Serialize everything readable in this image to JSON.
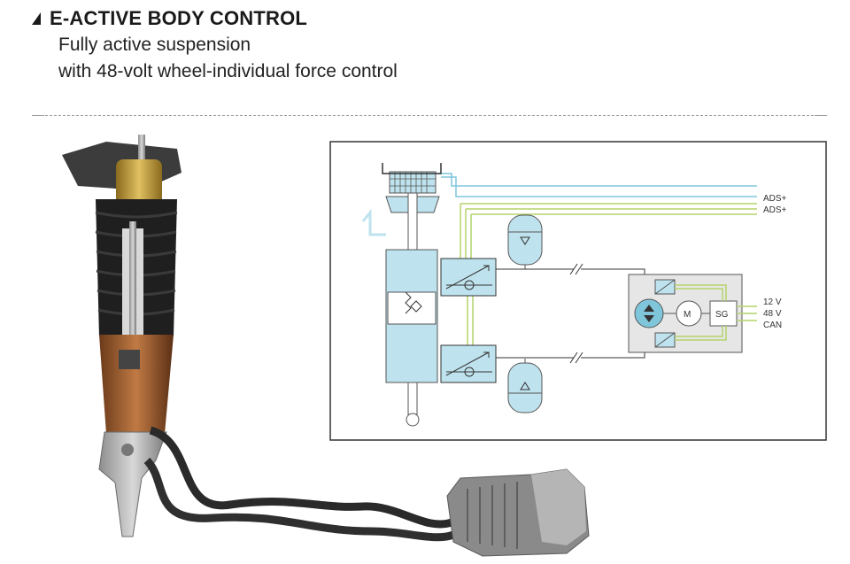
{
  "header": {
    "title": "E-ACTIVE BODY CONTROL",
    "subtitle_line1": "Fully active suspension",
    "subtitle_line2": "with 48-volt wheel-individual force control"
  },
  "schematic": {
    "signal_top_1": "ADS+",
    "signal_top_2": "ADS+",
    "power_1": "12 V",
    "power_2": "48 V",
    "bus": "CAN",
    "motor": "M",
    "controller": "SG"
  },
  "colors": {
    "hydraulic_blue": "#bfe3ee",
    "line_green": "#b3d36a",
    "line_blue": "#7fc6db",
    "box_gray": "#e6e6e6"
  }
}
